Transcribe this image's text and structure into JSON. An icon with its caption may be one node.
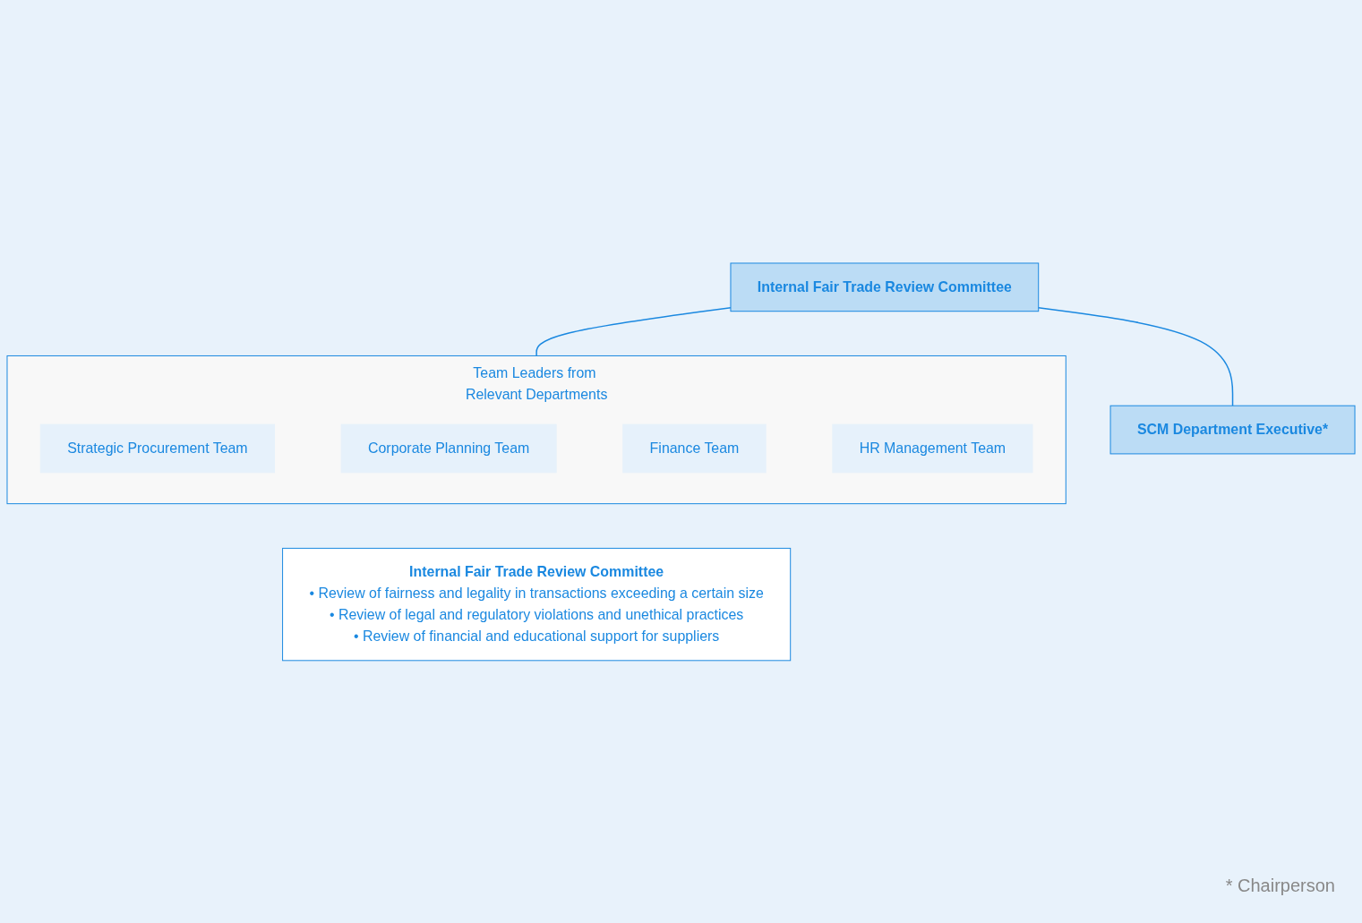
{
  "diagram": {
    "nodes": [
      {
        "text": [
          "Internal Fair Trade Review Committee"
        ]
      },
      {
        "text": [
          "SCM Department Executive*"
        ]
      },
      {
        "text": [
          "Team Leaders from Relevant Departments"
        ]
      },
      {
        "text": [
          "Strategic Procurement Team"
        ],
        "in": 2
      },
      {
        "text": [
          "Corporate Planning Team"
        ],
        "in": 2
      },
      {
        "text": [
          "Finance Team"
        ],
        "in": 2
      },
      {
        "text": [
          "HR Management Team"
        ],
        "in": 2
      },
      {
        "text": [
          "Internal Fair Trade Review Committee",
          "• Review of fairness and legality in transactions exceeding a certain size",
          "• Review of legal and regulatory violations and unethical practices",
          "• Review of financial and educational support for suppliers"
        ]
      }
    ],
    "edges": [
      {
        "from": 0,
        "to": 1,
        "arrow": "none"
      },
      {
        "from": 0,
        "to": 2,
        "arrow": "none"
      }
    ],
    "labels": [
      "* Chairperson"
    ]
  }
}
